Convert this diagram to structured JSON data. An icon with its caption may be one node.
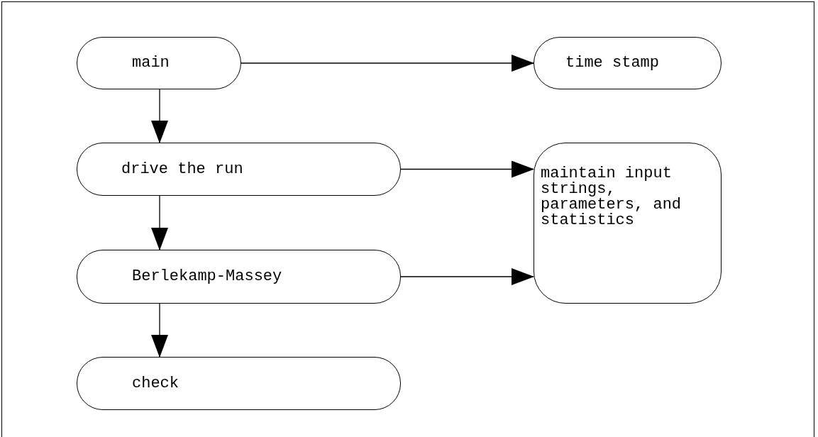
{
  "diagram": {
    "nodes": [
      {
        "text": [
          "main"
        ]
      },
      {
        "text": [
          "time stamp"
        ]
      },
      {
        "text": [
          "drive the run"
        ]
      },
      {
        "text": [
          "maintain input strings, parameters, and statistics"
        ]
      },
      {
        "text": [
          "Berlekamp-Massey"
        ]
      },
      {
        "text": [
          "check"
        ]
      }
    ],
    "edges": [
      {
        "from": 0,
        "to": 1,
        "arrow": "to"
      },
      {
        "from": 0,
        "to": 2,
        "arrow": "to"
      },
      {
        "from": 2,
        "to": 3,
        "arrow": "to"
      },
      {
        "from": 2,
        "to": 4,
        "arrow": "to"
      },
      {
        "from": 4,
        "to": 3,
        "arrow": "to"
      },
      {
        "from": 4,
        "to": 5,
        "arrow": "to"
      }
    ]
  }
}
